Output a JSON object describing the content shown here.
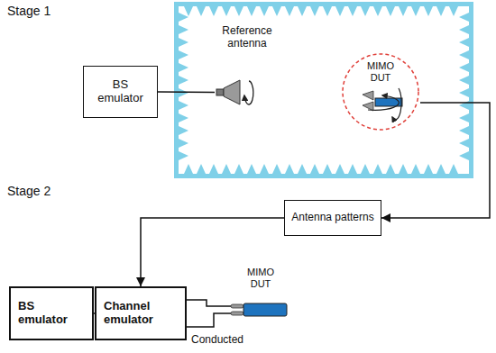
{
  "diagram": {
    "nodes": [
      {
        "text": [
          "BS emulator"
        ]
      },
      {
        "text": [
          "Reference antenna"
        ]
      },
      {
        "text": [
          "MIMO DUT"
        ]
      },
      {
        "text": [
          "Antenna patterns"
        ]
      },
      {
        "text": [
          "BS emulator"
        ]
      },
      {
        "text": [
          "Channel emulator"
        ]
      },
      {
        "text": [
          "MIMO DUT"
        ]
      }
    ],
    "edges": [
      {
        "from": 0,
        "to": 1,
        "arrow": "none"
      },
      {
        "from": 2,
        "to": 3,
        "arrow": "to"
      },
      {
        "from": 3,
        "to": 5,
        "arrow": "to"
      },
      {
        "from": 4,
        "to": 5,
        "arrow": "none"
      },
      {
        "from": 5,
        "to": 6,
        "arrow": "none",
        "label": "Conducted"
      }
    ],
    "labels": [
      "Stage 1",
      "Stage 2"
    ]
  }
}
